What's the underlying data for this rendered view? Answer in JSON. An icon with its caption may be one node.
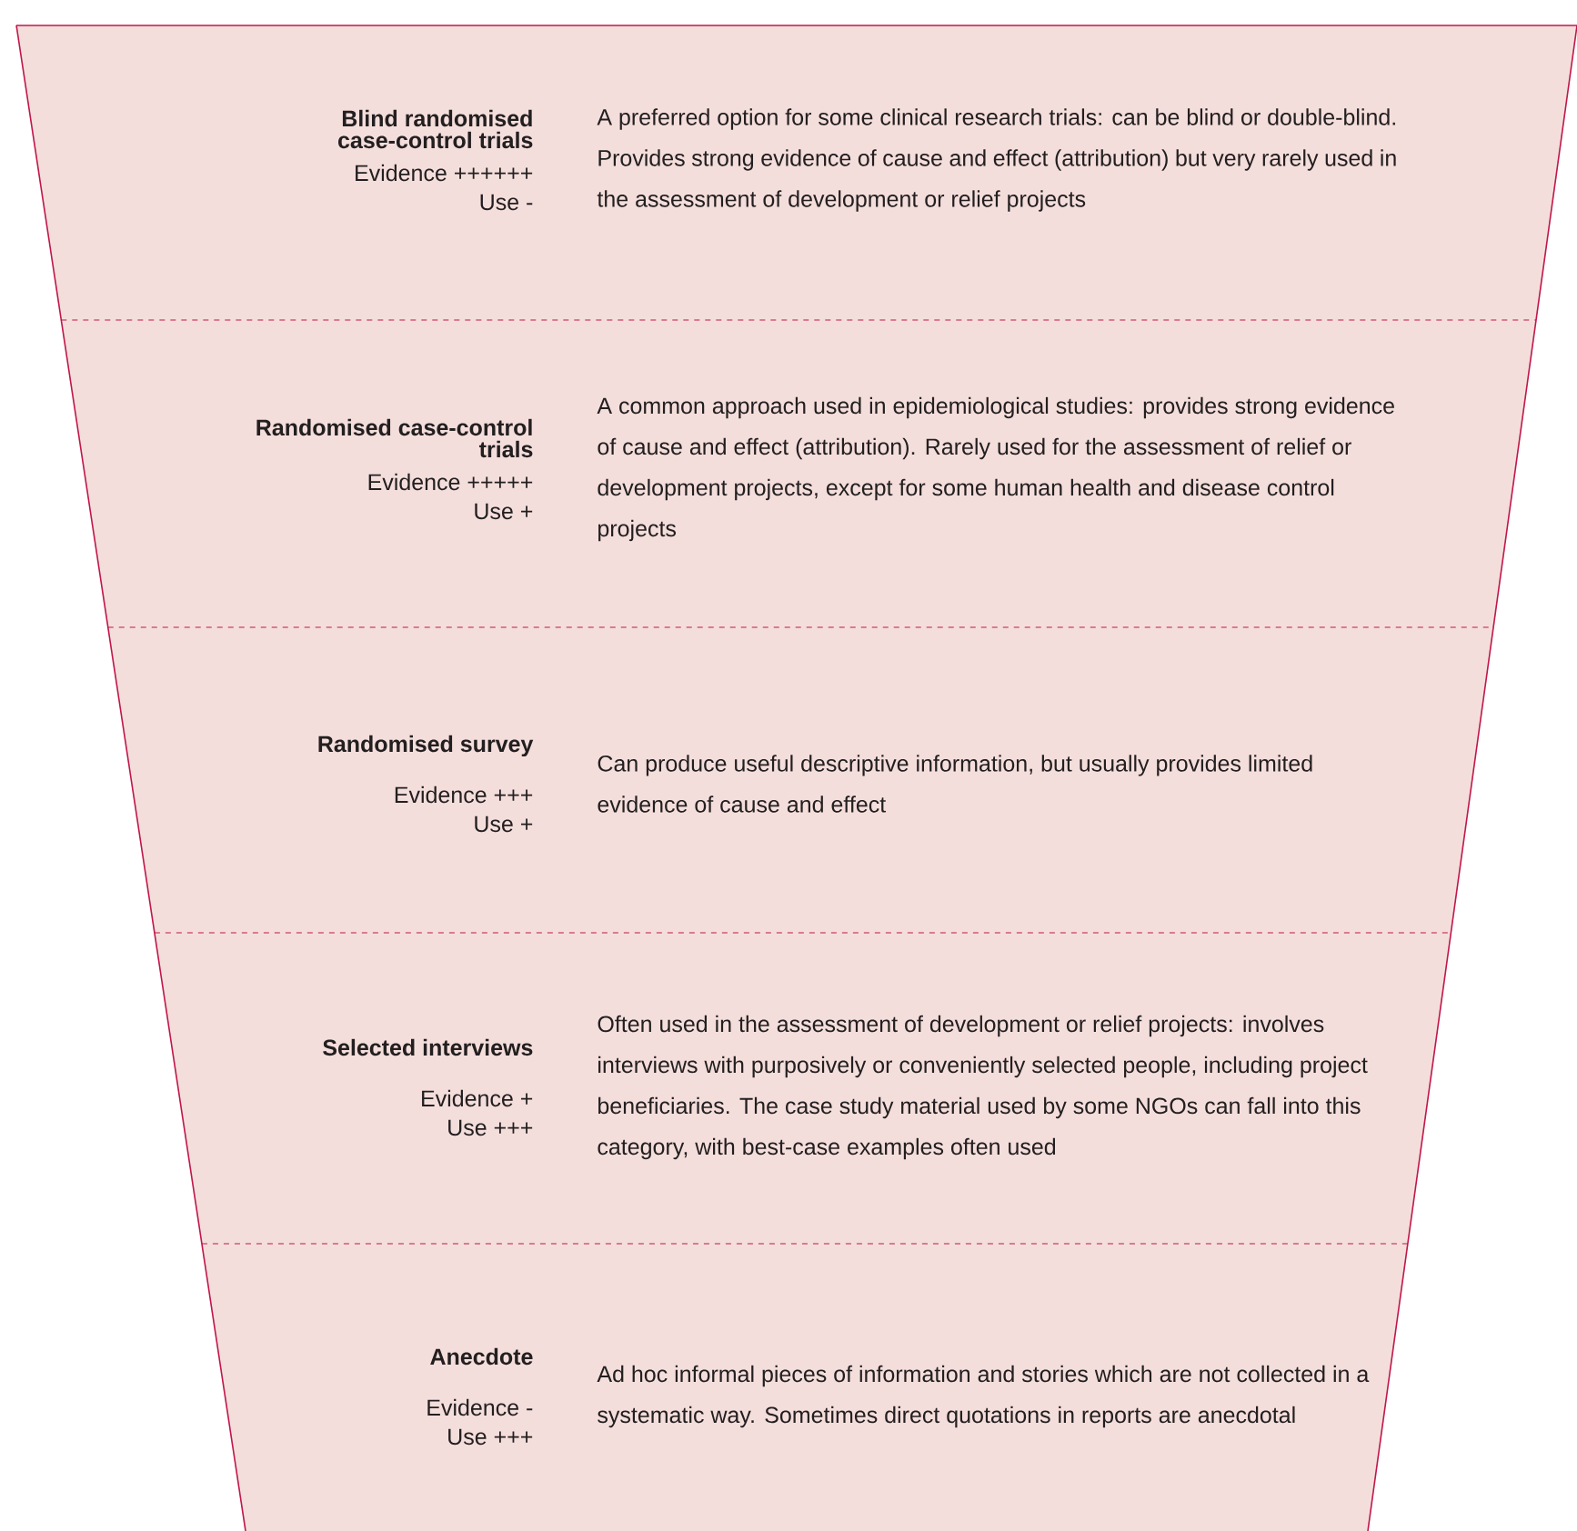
{
  "diagram": {
    "nodes": [
      {
        "text": [
          "Blind randomised case-control trials",
          "Evidence ++++++",
          "Use -",
          "A preferred option for some clinical research trials: can be blind or double-blind. Provides strong evidence of cause and effect (attribution) but very rarely used in the assessment of development or relief projects"
        ]
      },
      {
        "text": [
          "Randomised case-control trials",
          "Evidence +++++",
          "Use +",
          "A common approach used in epidemiological studies: provides strong evidence of cause and effect (attribution). Rarely used for the assessment of relief or development projects, except for some human health and disease control projects"
        ]
      },
      {
        "text": [
          "Randomised survey",
          "Evidence +++",
          "Use +",
          "Can produce useful descriptive information, but usually provides limited evidence of cause and effect"
        ]
      },
      {
        "text": [
          "Selected interviews",
          "Evidence +",
          "Use +++",
          "Often used in the assessment of development or relief projects: involves interviews with purposively or conveniently selected people, including project beneficiaries. The case study material used by some NGOs can fall into this category, with best-case examples often used"
        ]
      },
      {
        "text": [
          "Anecdote",
          "Evidence -",
          "Use +++",
          "Ad hoc informal pieces of information and stories which are not collected in a systematic way. Sometimes direct quotations in reports are anecdotal"
        ]
      }
    ]
  }
}
